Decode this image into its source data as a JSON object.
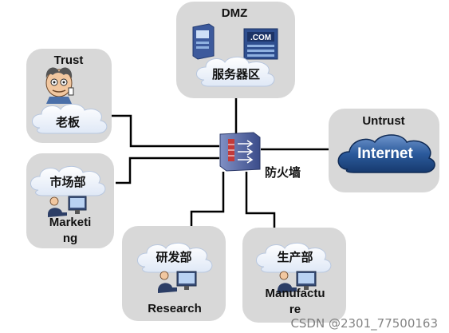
{
  "zones": {
    "dmz": {
      "title": "DMZ",
      "cloud_label": "服务器区",
      "com_label": ".COM"
    },
    "trust": {
      "title": "Trust",
      "boss_label": "老板"
    },
    "untrust": {
      "title": "Untrust",
      "internet_label": "Internet"
    }
  },
  "firewall": {
    "label": "防火墙"
  },
  "departments": {
    "marketing": {
      "cn_label": "市场部",
      "en_line1": "Marketi",
      "en_line2": "ng"
    },
    "research": {
      "cn_label": "研发部",
      "en_label": "Research"
    },
    "manufacture": {
      "cn_label": "生产部",
      "en_line1": "Manufactu",
      "en_line2": "re"
    }
  },
  "watermark": "CSDN @2301_77500163",
  "colors": {
    "zone_bg": "#d8d8d8",
    "cloud": "#eef3fb",
    "internet_cloud": "#1f4e8c",
    "firewall": "#5a6da8",
    "wire": "#000000"
  }
}
